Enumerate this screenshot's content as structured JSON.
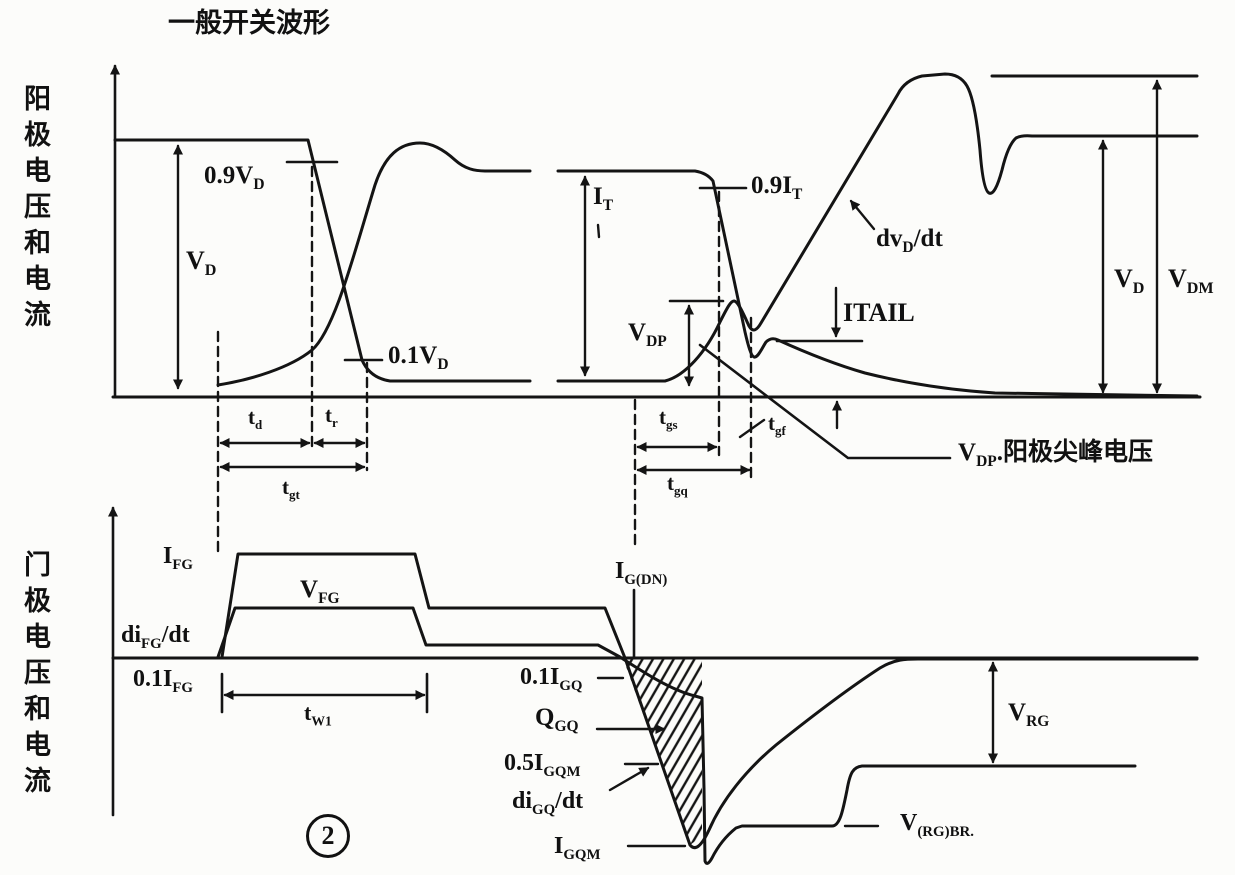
{
  "title": "一般开关波形",
  "figure_number": "2",
  "axis_labels": {
    "anode": "阳极电压和电流",
    "gate": "门极电压和电流"
  },
  "labels": {
    "v09d": {
      "pre": "0.9V",
      "sub": "D"
    },
    "vd_left": {
      "pre": "V",
      "sub": "D"
    },
    "v01d": {
      "pre": "0.1V",
      "sub": "D"
    },
    "it": {
      "pre": "I",
      "sub": "T"
    },
    "i09t": {
      "pre": "0.9I",
      "sub": "T"
    },
    "dvddt": {
      "pre": "dv",
      "sub": "D",
      "suf": "/dt"
    },
    "vd_right": {
      "pre": "V",
      "sub": "D"
    },
    "vdm": {
      "pre": "V",
      "sub": "DM"
    },
    "vdp": {
      "pre": "V",
      "sub": "DP"
    },
    "itail": {
      "pre": "I",
      "suf": "TAIL"
    },
    "vdp_callout": {
      "pre": "V",
      "sub": "DP",
      "suf": ".阳极尖峰电压"
    },
    "td": {
      "pre": "t",
      "sub": "d"
    },
    "tr": {
      "pre": "t",
      "sub": "r"
    },
    "tgt": {
      "pre": "t",
      "sub": "gt"
    },
    "tgs": {
      "pre": "t",
      "sub": "gs"
    },
    "tgf": {
      "pre": "t",
      "sub": "gf"
    },
    "tgq": {
      "pre": "t",
      "sub": "gq"
    },
    "ifg": {
      "pre": "I",
      "sub": "FG"
    },
    "vfg": {
      "pre": "V",
      "sub": "FG"
    },
    "difgdt": {
      "pre": "di",
      "sub": "FG",
      "suf": "/dt"
    },
    "i01fg": {
      "pre": "0.1I",
      "sub": "FG"
    },
    "tw1": {
      "pre": "t",
      "sub": "W1"
    },
    "igdn": {
      "pre": "I",
      "sub": "G(DN)"
    },
    "i01gq": {
      "pre": "0.1I",
      "sub": "GQ"
    },
    "qgq": {
      "pre": "Q",
      "sub": "GQ"
    },
    "i05gqm": {
      "pre": "0.5I",
      "sub": "GQM"
    },
    "digqdt": {
      "pre": "di",
      "sub": "GQ",
      "suf": "/dt"
    },
    "igqm": {
      "pre": "I",
      "sub": "GQM"
    },
    "vrg": {
      "pre": "V",
      "sub": "RG"
    },
    "vrgbr": {
      "pre": "V",
      "sub": "(RG)BR."
    }
  },
  "ink_color": "#141414"
}
